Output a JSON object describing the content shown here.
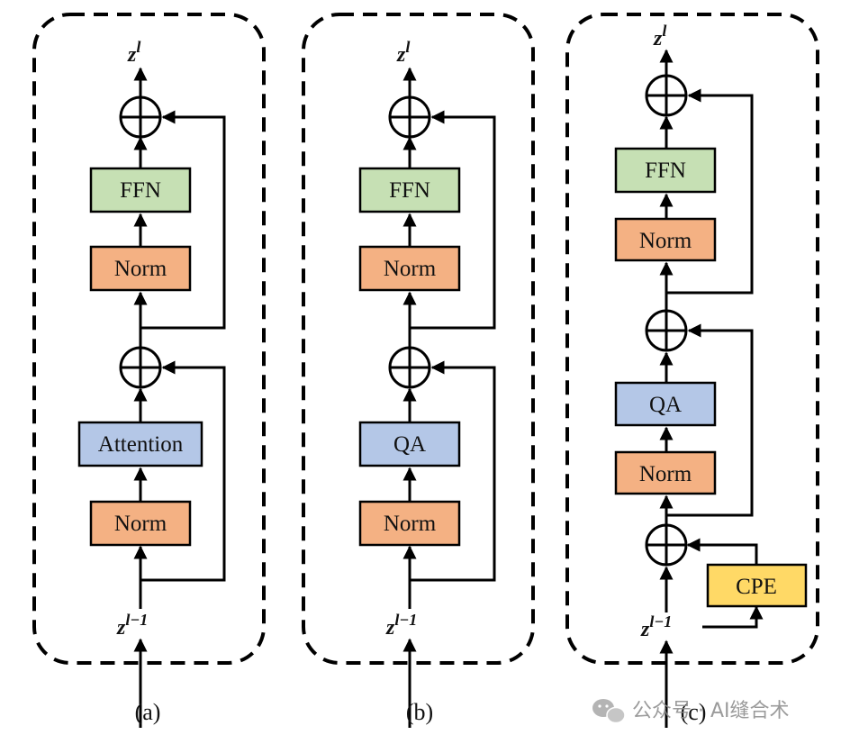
{
  "colors": {
    "ffn": "#c6e0b4",
    "norm": "#f4b183",
    "attention": "#b4c7e7",
    "cpe": "#ffd966",
    "stroke": "#000000"
  },
  "panel_a": {
    "caption": "(a)",
    "top_label": "z",
    "top_sup": "l",
    "bottom_label": "z",
    "bottom_sup": "l−1",
    "ffn": "FFN",
    "norm_top": "Norm",
    "attention": "Attention",
    "norm_bottom": "Norm"
  },
  "panel_b": {
    "caption": "(b)",
    "top_label": "z",
    "top_sup": "l",
    "bottom_label": "z",
    "bottom_sup": "l−1",
    "ffn": "FFN",
    "norm_top": "Norm",
    "qa": "QA",
    "norm_bottom": "Norm"
  },
  "panel_c": {
    "caption": "(c)",
    "top_label": "z",
    "top_sup": "l",
    "bottom_label": "z",
    "bottom_sup": "l−1",
    "ffn": "FFN",
    "norm_top": "Norm",
    "qa": "QA",
    "norm_bottom": "Norm",
    "cpe": "CPE"
  },
  "watermark": {
    "icon": "wechat-icon",
    "text": "公众号 · AI缝合术"
  }
}
